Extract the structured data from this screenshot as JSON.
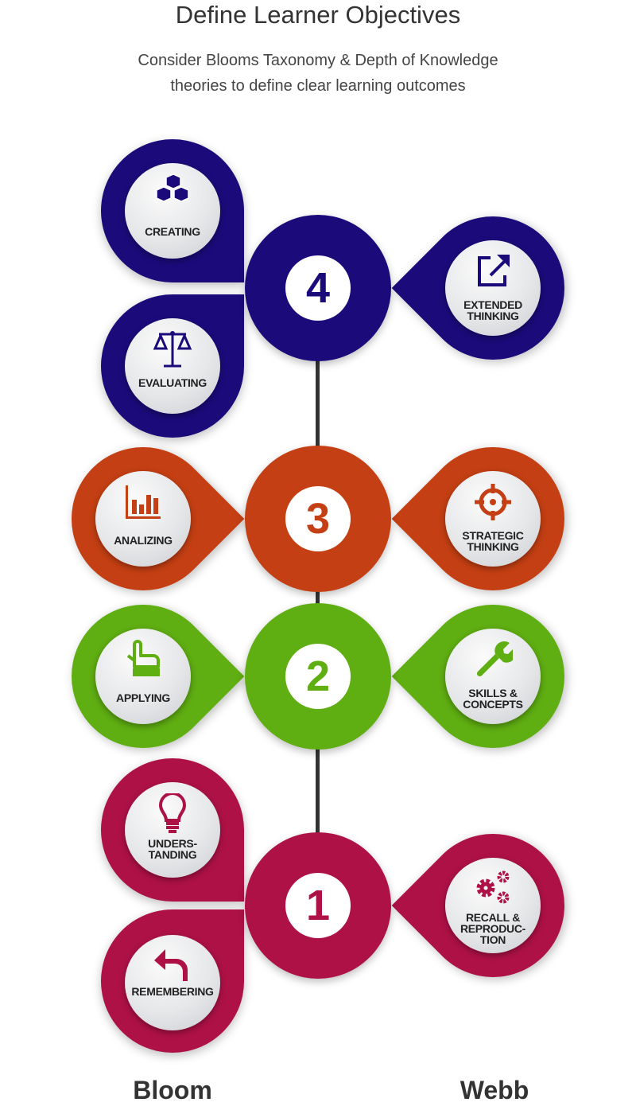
{
  "header": {
    "title": "Define Learner Objectives",
    "subtitle_line1": "Consider Blooms Taxonomy & Depth of Knowledge",
    "subtitle_line2": "theories to define clear learning outcomes"
  },
  "colors": {
    "level4": "#1b0a7a",
    "level3": "#c43f13",
    "level2": "#5fae12",
    "level1": "#ae1146",
    "connector": "#333333"
  },
  "levels": [
    {
      "number": "4",
      "bloom": [
        {
          "label": "CREATING",
          "icon": "cubes-icon"
        },
        {
          "label": "EVALUATING",
          "icon": "scales-icon"
        }
      ],
      "webb": {
        "label_line1": "EXTENDED",
        "label_line2": "THINKING",
        "icon": "external-link-icon"
      }
    },
    {
      "number": "3",
      "bloom": [
        {
          "label": "ANALIZING",
          "icon": "bar-chart-icon"
        }
      ],
      "webb": {
        "label_line1": "STRATEGIC",
        "label_line2": "THINKING",
        "icon": "target-icon"
      }
    },
    {
      "number": "2",
      "bloom": [
        {
          "label": "APPLYING",
          "icon": "pointing-hand-icon"
        }
      ],
      "webb": {
        "label_line1": "SKILLS &",
        "label_line2": "CONCEPTS",
        "icon": "wrench-icon"
      }
    },
    {
      "number": "1",
      "bloom": [
        {
          "label_line1": "UNDERS-",
          "label_line2": "TANDING",
          "icon": "lightbulb-icon"
        },
        {
          "label": "REMEMBERING",
          "icon": "undo-arrow-icon"
        }
      ],
      "webb": {
        "label_line1": "RECALL &",
        "label_line2": "REPRODUC-",
        "label_line3": "TION",
        "icon": "gears-icon"
      }
    }
  ],
  "footer": {
    "left": "Bloom",
    "right": "Webb"
  }
}
